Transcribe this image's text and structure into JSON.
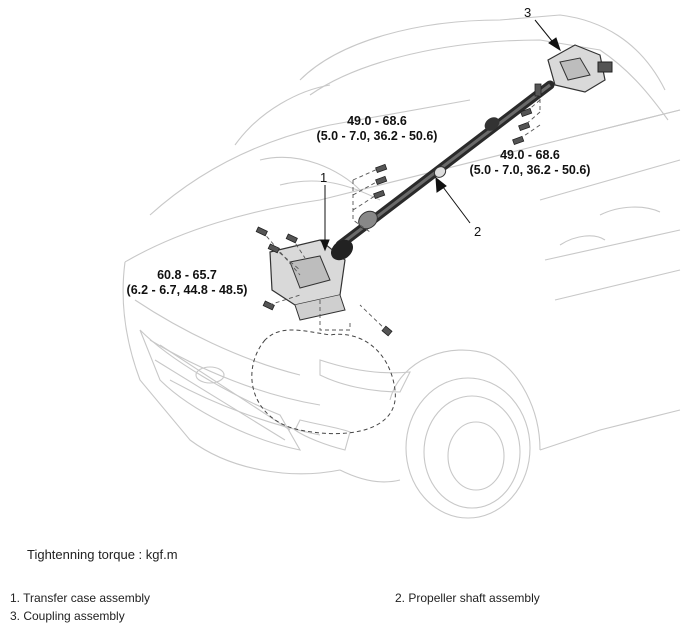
{
  "figure": {
    "callouts": [
      "1",
      "2",
      "3"
    ],
    "torques": [
      {
        "line1": "49.0 - 68.6",
        "line2": "(5.0 - 7.0, 36.2 - 50.6)"
      },
      {
        "line1": "49.0 - 68.6",
        "line2": "(5.0 - 7.0, 36.2 - 50.6)"
      },
      {
        "line1": "60.8 - 65.7",
        "line2": "(6.2 - 6.7, 44.8 - 48.5)"
      }
    ]
  },
  "note": "Tightenning torque : kgf.m",
  "legend": [
    "1. Transfer case assembly",
    "2. Propeller shaft assembly",
    "3. Coupling assembly"
  ]
}
